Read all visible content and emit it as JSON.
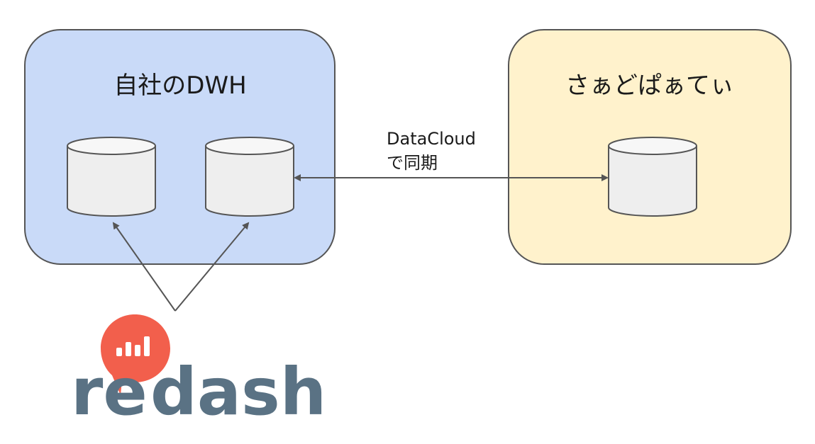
{
  "boxes": {
    "left": {
      "title": "自社のDWH",
      "fill": "#c9daf8"
    },
    "right": {
      "title": "さぁどぱぁてぃ",
      "fill": "#fff2cc"
    }
  },
  "sync_label": {
    "line1": "DataCloud",
    "line2": "で同期"
  },
  "logo": {
    "word_left": "re",
    "word_right": "dash",
    "bubble_color": "#f25f4c",
    "word_color": "#5a7284"
  },
  "colors": {
    "box_stroke": "#555555",
    "cylinder_fill": "#eeeeee",
    "arrow": "#555555"
  }
}
